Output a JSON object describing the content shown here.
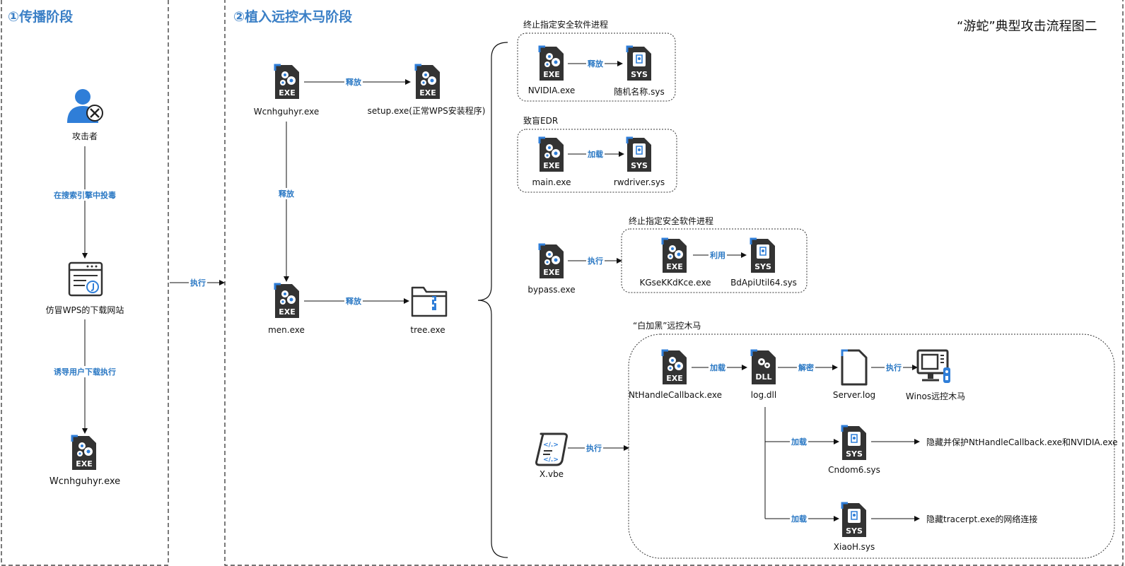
{
  "title": "“游蛇”典型攻击流程图二",
  "phases": {
    "phase1": "①传播阶段",
    "phase2": "②植入远控木马阶段"
  },
  "groups": {
    "g1": "终止指定安全软件进程",
    "g2": "致盲EDR",
    "g3": "终止指定安全软件进程",
    "g4": "“白加黑”远控木马"
  },
  "nodes": {
    "attacker": "攻击者",
    "website": "仿冒WPS的下载网站",
    "wcnh_dl": "Wcnhguhyr.exe",
    "wcnh": "Wcnhguhyr.exe",
    "setup": "setup.exe(正常WPS安装程序)",
    "men": "men.exe",
    "tree": "tree.exe",
    "nvidia": "NVIDIA.exe",
    "random_sys": "随机名称.sys",
    "main": "main.exe",
    "rwdriver": "rwdriver.sys",
    "bypass": "bypass.exe",
    "kgse": "KGseKKdKce.exe",
    "bdapi": "BdApiUtil64.sys",
    "xvbe": "X.vbe",
    "nthandle": "NtHandleCallback.exe",
    "logdll": "log.dll",
    "serverlog": "Server.log",
    "winos": "Winos远控木马",
    "cndom": "Cndom6.sys",
    "xiaoh": "XiaoH.sys",
    "hide1": "隐藏并保护NtHandleCallback.exe和NVIDIA.exe",
    "hide2": "隐藏tracerpt.exe的网络连接"
  },
  "edges": {
    "e_poison": "在搜索引擎中投毒",
    "e_lure": "诱导用户下载执行",
    "e_exec_phase": "执行",
    "e_rel_setup": "释放",
    "e_rel_men": "释放",
    "e_rel_tree": "释放",
    "e_nv": "释放",
    "e_main": "加载",
    "e_bypass": "执行",
    "e_kgse": "利用",
    "e_xvbe": "执行",
    "e_nt_dll": "加载",
    "e_dll_log": "解密",
    "e_log_winos": "执行",
    "e_cndom": "加载",
    "e_xiaoh": "加载"
  },
  "icon_labels": {
    "exe": "EXE",
    "sys": "SYS",
    "dll": "DLL"
  },
  "colors": {
    "accent": "#3a7fc6",
    "edge_label": "#2a78c4",
    "icon_dark": "#333333",
    "icon_blue": "#2f7ed8"
  }
}
